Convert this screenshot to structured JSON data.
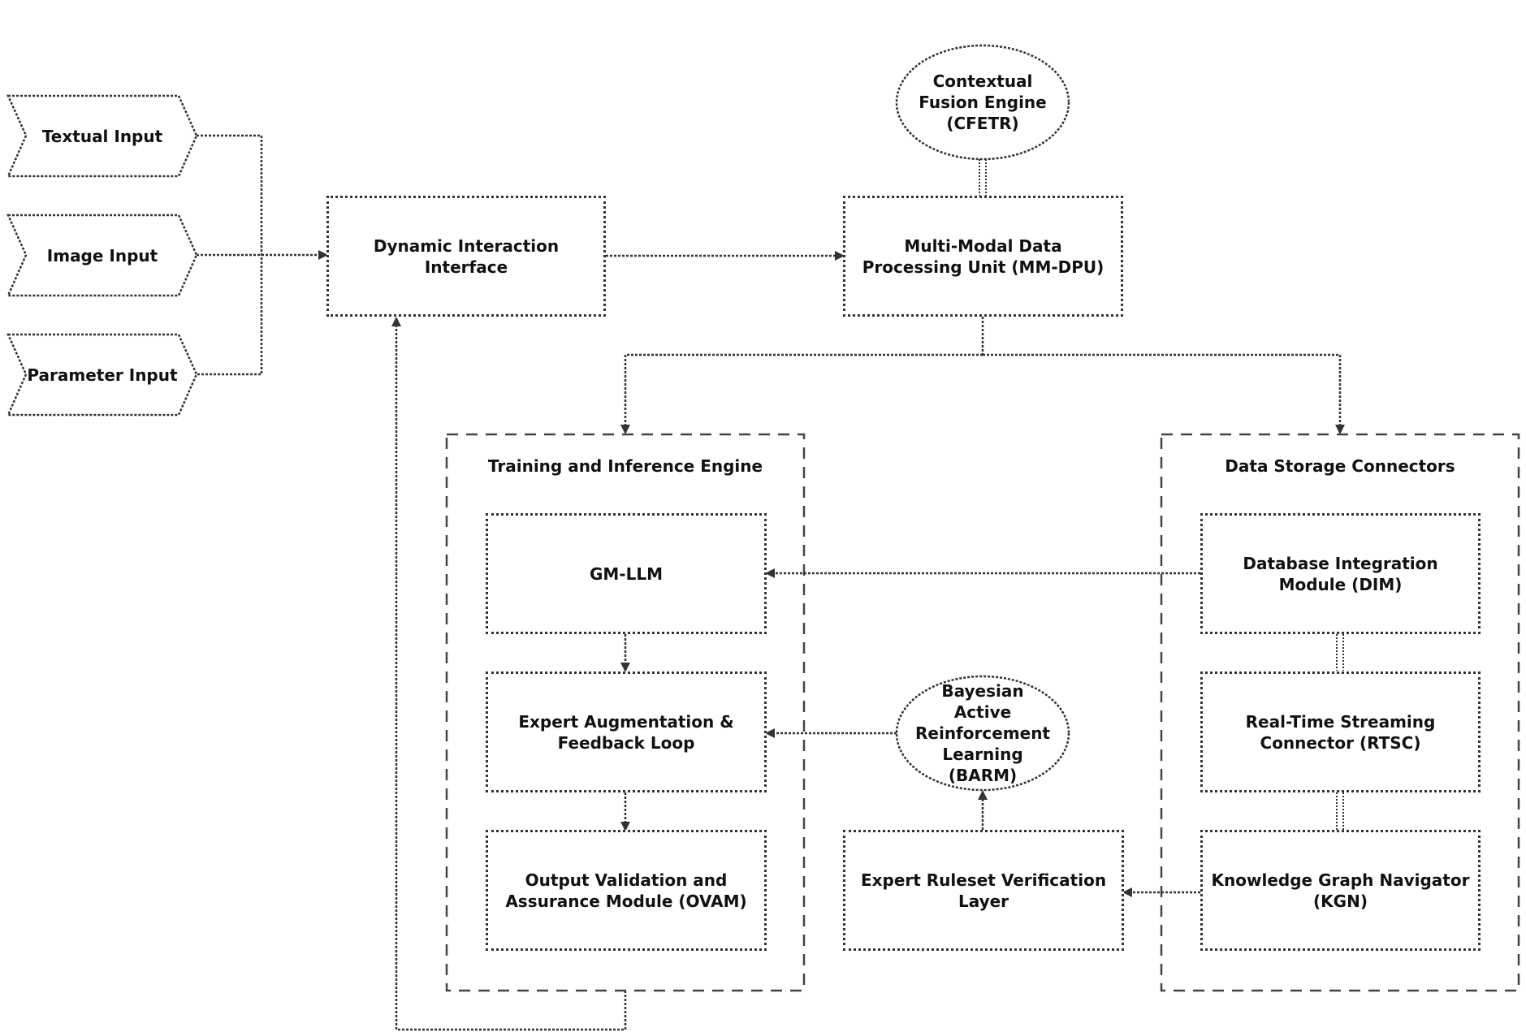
{
  "inputs": {
    "textual": "Textual Input",
    "image": "Image Input",
    "parameter": "Parameter Input"
  },
  "nodes": {
    "dii": "Dynamic Interaction Interface",
    "mmdpu": "Multi-Modal Data Processing Unit (MM-DPU)",
    "cfe": "Contextual Fusion Engine (CFETR)",
    "gmllm": "GM-LLM",
    "eafl": "Expert Augmentation & Feedback Loop",
    "ovam": "Output Validation and Assurance Module (OVAM)",
    "barm": "Bayesian Active Reinforcement Learning (BARM)",
    "ervl": "Expert Ruleset Verification Layer",
    "dim": "Database Integration Module (DIM)",
    "rtsc": "Real-Time Streaming Connector (RTSC)",
    "kgn": "Knowledge Graph Navigator (KGN)"
  },
  "groups": {
    "training": "Training and Inference Engine",
    "storage": "Data Storage Connectors"
  },
  "colors": {
    "line": "#333333",
    "background": "#ffffff"
  }
}
